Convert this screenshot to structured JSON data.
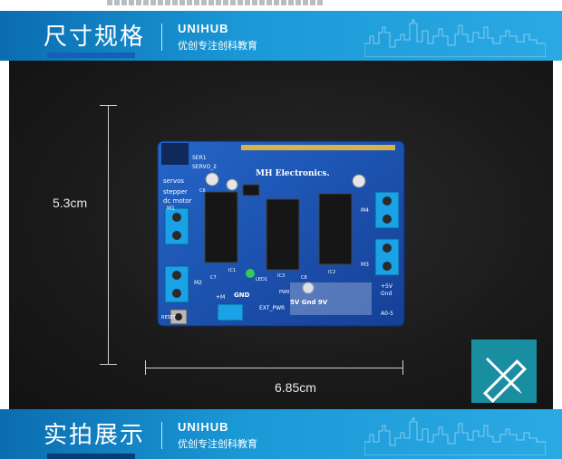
{
  "top_banner": {
    "title": "尺寸规格",
    "brand": "UNIHUB",
    "subtitle": "优创专注创科教育"
  },
  "bottom_banner": {
    "title": "实拍展示",
    "brand": "UNIHUB",
    "subtitle": "优创专注创科教育"
  },
  "dimensions": {
    "height_label": "5.3cm",
    "width_label": "6.85cm"
  },
  "board": {
    "name": "MH Electronics.",
    "labels": [
      "SER1",
      "SERVO_2",
      "servos",
      "stepper",
      "dc motor",
      "M1",
      "M2",
      "M3",
      "M4",
      "IC1",
      "IC2",
      "IC3",
      "LED1",
      "GND",
      "+M",
      "EXT_PWR",
      "RESET",
      "PWR",
      "5V Gnd 9V",
      "+5V",
      "Gnd",
      "A0-5",
      "C6",
      "C7",
      "C8"
    ]
  },
  "colors": {
    "banner": "#1b9ad8",
    "pcb": "#1c58b8",
    "dark_bg": "#1a1a1b",
    "badge": "#1a8ea1"
  },
  "icons": {
    "badge_icon": "pencil-ruler-icon"
  }
}
